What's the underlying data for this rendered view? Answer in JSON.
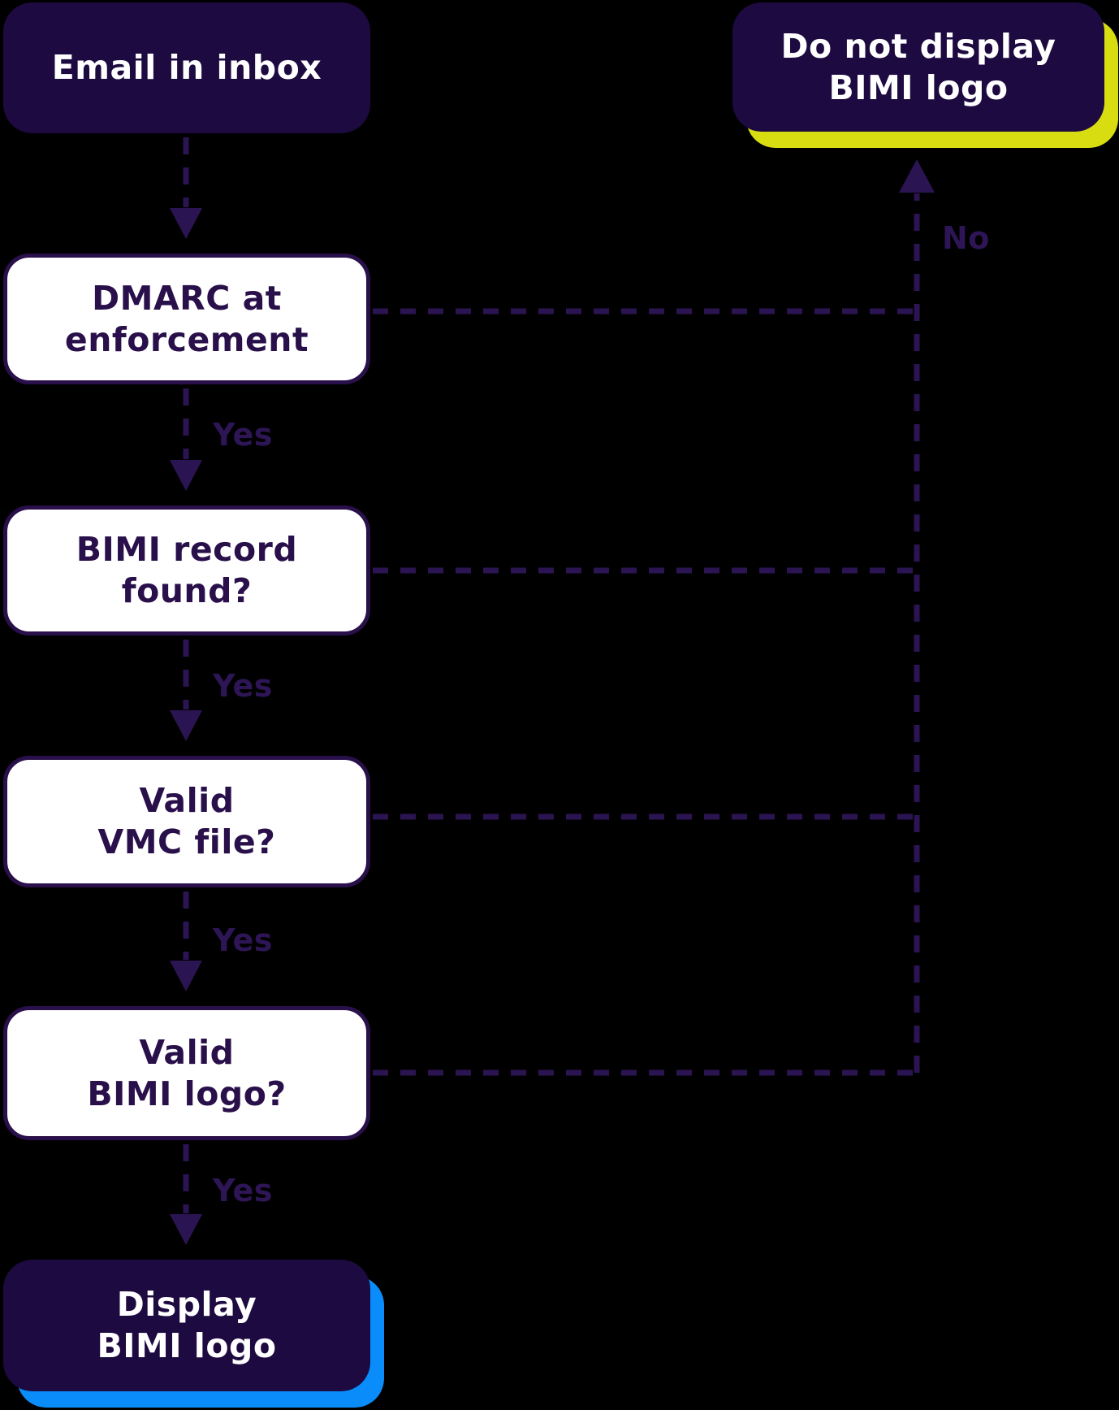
{
  "title": "BIMI logo display decision flowchart",
  "colors": {
    "background": "#000000",
    "box_dark_fill": "#1D0A40",
    "box_white_fill": "#FFFFFF",
    "ink_purple": "#29104A",
    "dash_purple": "#2B1452",
    "label_purple": "#2E1656",
    "accent_yellow": "#D8DD12",
    "accent_blue": "#0A8CFA"
  },
  "nodes": [
    {
      "id": "email-in-inbox",
      "label": "Email in inbox",
      "type": "start"
    },
    {
      "id": "do-not-display",
      "label": "Do not display\nBIMI logo",
      "type": "end-negative"
    },
    {
      "id": "dmarc",
      "label": "DMARC at\nenforcement",
      "type": "decision"
    },
    {
      "id": "bimi-record",
      "label": "BIMI record\nfound?",
      "type": "decision"
    },
    {
      "id": "vmc",
      "label": "Valid\nVMC file?",
      "type": "decision"
    },
    {
      "id": "bimi-logo",
      "label": "Valid\nBIMI logo?",
      "type": "decision"
    },
    {
      "id": "display",
      "label": "Display\nBIMI logo",
      "type": "end-positive"
    }
  ],
  "edge_labels": {
    "yes": "Yes",
    "no": "No"
  }
}
